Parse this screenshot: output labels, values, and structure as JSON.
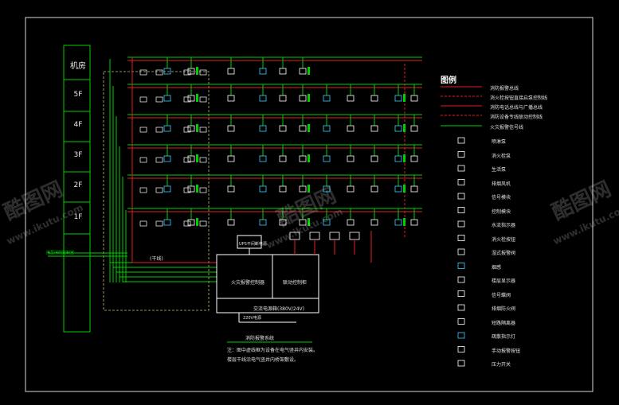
{
  "colors": {
    "background": "#000000",
    "frame": "#d8d8d8",
    "bus_green": "#00d000",
    "signal_red": "#e02020",
    "dashed_yellow": "#c8b870",
    "white": "#ffffff"
  },
  "floors": [
    "机房",
    "5F",
    "4F",
    "3F",
    "2F",
    "1F"
  ],
  "legend": {
    "title": "图例",
    "lines": [
      "消防报警总线",
      "消火栓按钮直接启泵控制线",
      "消防电话总线与广播总线",
      "消防设备专线联动控制线",
      "火灾报警信号线"
    ],
    "symbols": [
      "喷淋泵",
      "消火栓泵",
      "生活泵",
      "排烟风机",
      "信号模块",
      "控制模块",
      "水流指示器",
      "消火栓按钮",
      "湿式报警阀",
      "烟感",
      "楼层显示器",
      "信号蝶阀",
      "排烟防火阀",
      "短路隔离器",
      "疏散指示灯",
      "手动报警按钮",
      "压力开关"
    ]
  },
  "boxes": {
    "controller": "火灾报警控制器",
    "linkage": "联动控制柜",
    "power": "交流电源箱(380V/24V)",
    "power_note": "220V电源",
    "ups": "UPS不间断电源",
    "ext_label": "(干线)",
    "left_note": "接至消防控制室"
  },
  "footer": {
    "title": "消防报警系统",
    "note1": "注：图中虚线框为设备在电气竖井内安装。",
    "note2": "楼层干线沿电气竖井内桥架敷设。"
  },
  "watermarks": [
    "酷图网",
    "www.ikutu.com"
  ]
}
